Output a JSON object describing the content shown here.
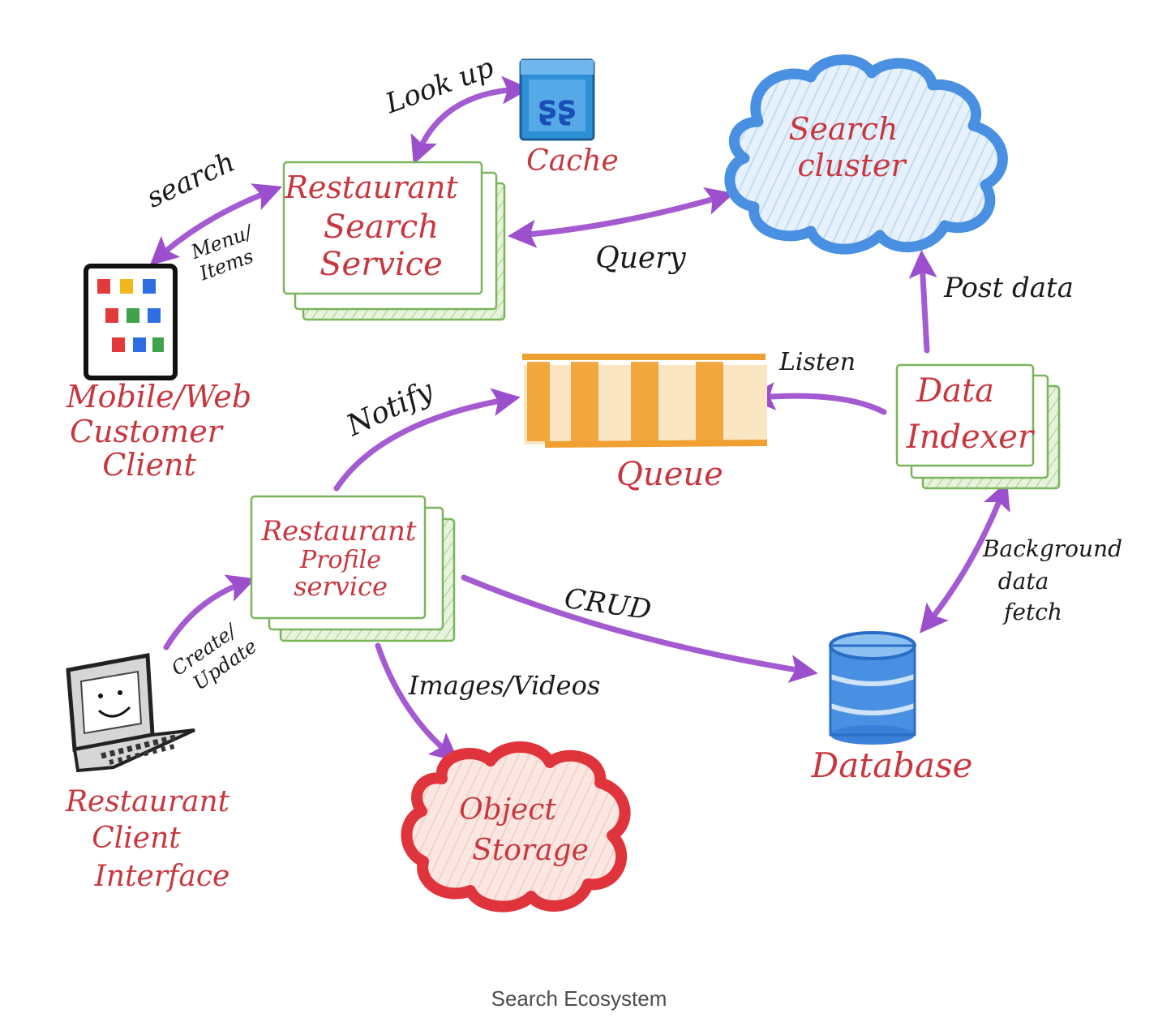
{
  "caption": "Search Ecosystem",
  "colors": {
    "arrow": "#a45ad0",
    "label_red": "#c8373f",
    "label_black": "#1a1a1a",
    "service_green": "#7ab55c",
    "cloud_blue": "#4a90e2",
    "cloud_red": "#e0343c",
    "queue_orange": "#f0a030",
    "database_blue": "#3a7fd8"
  },
  "nodes": {
    "search_service": {
      "line1": "Restaurant",
      "line2": "Search",
      "line3": "Service"
    },
    "cache": {
      "label": "Cache",
      "icon": "cache-icon"
    },
    "search_cluster": {
      "line1": "Search",
      "line2": "cluster"
    },
    "mobile_client": {
      "line1": "Mobile/Web",
      "line2": "Customer",
      "line3": "Client",
      "icon": "tablet-icon"
    },
    "queue": {
      "label": "Queue"
    },
    "data_indexer": {
      "line1": "Data",
      "line2": "Indexer"
    },
    "profile_service": {
      "line1": "Restaurant",
      "line2": "Profile",
      "line3": "service"
    },
    "database": {
      "label": "Database",
      "icon": "database-icon"
    },
    "restaurant_client": {
      "line1": "Restaurant",
      "line2": "Client",
      "line3": "Interface",
      "icon": "laptop-icon"
    },
    "object_storage": {
      "line1": "Object",
      "line2": "Storage"
    }
  },
  "edges": {
    "search": "search",
    "menu_items_1": "Menu/",
    "menu_items_2": "Items",
    "look_up": "Look up",
    "query": "Query",
    "post_data": "Post data",
    "listen": "Listen",
    "notify": "Notify",
    "background_1": "Background",
    "background_2": "data",
    "background_3": "fetch",
    "crud": "CRUD",
    "create_update_1": "Create/",
    "create_update_2": "Update",
    "images_videos": "Images/Videos"
  }
}
